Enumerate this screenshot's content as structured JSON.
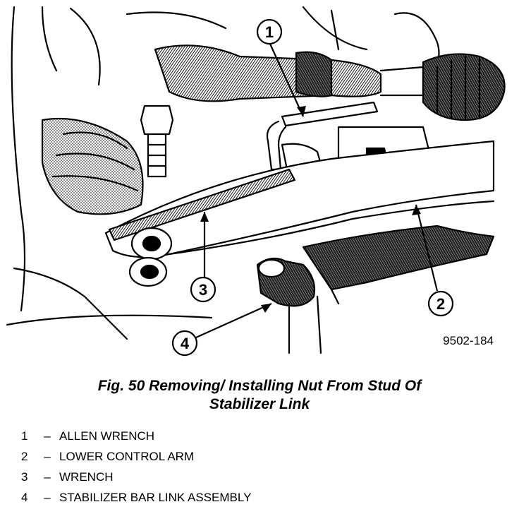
{
  "figure": {
    "figure_id": "9502-184",
    "callouts": [
      "1",
      "2",
      "3",
      "4"
    ]
  },
  "caption": {
    "line1": "Fig. 50 Removing/ Installing Nut From Stud Of",
    "line2": "Stabilizer Link"
  },
  "legend": [
    {
      "num": "1",
      "dash": "–",
      "label": "ALLEN WRENCH"
    },
    {
      "num": "2",
      "dash": "–",
      "label": "LOWER CONTROL ARM"
    },
    {
      "num": "3",
      "dash": "–",
      "label": "WRENCH"
    },
    {
      "num": "4",
      "dash": "–",
      "label": "STABILIZER BAR LINK ASSEMBLY"
    }
  ]
}
